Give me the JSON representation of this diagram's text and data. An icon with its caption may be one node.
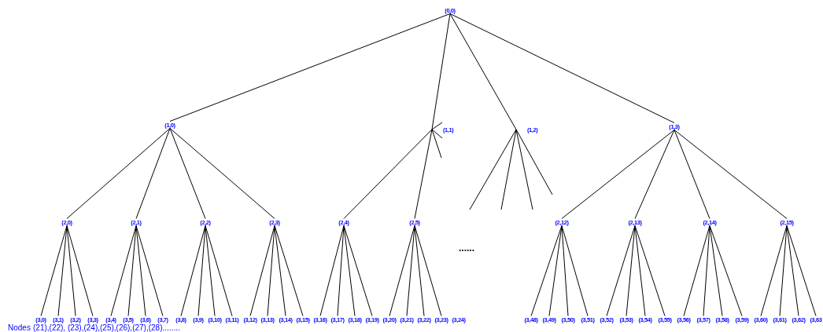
{
  "diagram": {
    "nodes": [
      {
        "text": [
          "(0,0)"
        ]
      },
      {
        "text": [
          "(1,0)"
        ]
      },
      {
        "text": [
          "(1,1)"
        ]
      },
      {
        "text": [
          "(1,2)"
        ]
      },
      {
        "text": [
          "(1,3)"
        ]
      },
      {
        "text": [
          "(2,0)"
        ]
      },
      {
        "text": [
          "(2,1)"
        ]
      },
      {
        "text": [
          "(2,2)"
        ]
      },
      {
        "text": [
          "(2,3)"
        ]
      },
      {
        "text": [
          "(2,4)"
        ]
      },
      {
        "text": [
          "(2,5)"
        ]
      },
      {
        "text": [
          "(2,12)"
        ]
      },
      {
        "text": [
          "(2,13)"
        ]
      },
      {
        "text": [
          "(2,14)"
        ]
      },
      {
        "text": [
          "(2,15)"
        ]
      },
      {
        "text": [
          "(3,0)"
        ]
      },
      {
        "text": [
          "(3,1)"
        ]
      },
      {
        "text": [
          "(3,2)"
        ]
      },
      {
        "text": [
          "(3,3)"
        ]
      },
      {
        "text": [
          "(3,4)"
        ]
      },
      {
        "text": [
          "(3,5)"
        ]
      },
      {
        "text": [
          "(3,6)"
        ]
      },
      {
        "text": [
          "(3,7)"
        ]
      },
      {
        "text": [
          "(3,8)"
        ]
      },
      {
        "text": [
          "(3,9)"
        ]
      },
      {
        "text": [
          "(3,10)"
        ]
      },
      {
        "text": [
          "(3,11)"
        ]
      },
      {
        "text": [
          "(3,12)"
        ]
      },
      {
        "text": [
          "(3,13)"
        ]
      },
      {
        "text": [
          "(3,14)"
        ]
      },
      {
        "text": [
          "(3,15)"
        ]
      },
      {
        "text": [
          "(3,16)"
        ]
      },
      {
        "text": [
          "(3,17)"
        ]
      },
      {
        "text": [
          "(3,18)"
        ]
      },
      {
        "text": [
          "(3,19)"
        ]
      },
      {
        "text": [
          "(3,20)"
        ]
      },
      {
        "text": [
          "(3,21)"
        ]
      },
      {
        "text": [
          "(3,22)"
        ]
      },
      {
        "text": [
          "(3,23)"
        ]
      },
      {
        "text": [
          "(3,24)"
        ]
      },
      {
        "text": [
          "(3,48)"
        ]
      },
      {
        "text": [
          "(3,49)"
        ]
      },
      {
        "text": [
          "(3,50)"
        ]
      },
      {
        "text": [
          "(3,51)"
        ]
      },
      {
        "text": [
          "(3,52)"
        ]
      },
      {
        "text": [
          "(3,53)"
        ]
      },
      {
        "text": [
          "(3,54)"
        ]
      },
      {
        "text": [
          "(3,55)"
        ]
      },
      {
        "text": [
          "(3,56)"
        ]
      },
      {
        "text": [
          "(3,57)"
        ]
      },
      {
        "text": [
          "(3,58)"
        ]
      },
      {
        "text": [
          "(3,59)"
        ]
      },
      {
        "text": [
          "(3,60)"
        ]
      },
      {
        "text": [
          "(3,61)"
        ]
      },
      {
        "text": [
          "(3,62)"
        ]
      },
      {
        "text": [
          "(3,63"
        ]
      }
    ],
    "edges": [
      {
        "from": 0,
        "to": 1,
        "arrow": "none"
      },
      {
        "from": 0,
        "to": 2,
        "arrow": "none"
      },
      {
        "from": 0,
        "to": 3,
        "arrow": "none"
      },
      {
        "from": 0,
        "to": 4,
        "arrow": "none"
      },
      {
        "from": 1,
        "to": 5,
        "arrow": "none"
      },
      {
        "from": 1,
        "to": 6,
        "arrow": "none"
      },
      {
        "from": 1,
        "to": 7,
        "arrow": "none"
      },
      {
        "from": 1,
        "to": 8,
        "arrow": "none"
      },
      {
        "from": 2,
        "to": 9,
        "arrow": "none"
      },
      {
        "from": 2,
        "to": 10,
        "arrow": "none"
      },
      {
        "from": 2,
        "to": null,
        "arrow": "none"
      },
      {
        "from": 2,
        "to": null,
        "arrow": "none"
      },
      {
        "from": 2,
        "to": null,
        "arrow": "none"
      },
      {
        "from": 3,
        "to": null,
        "arrow": "none"
      },
      {
        "from": 3,
        "to": null,
        "arrow": "none"
      },
      {
        "from": 3,
        "to": null,
        "arrow": "none"
      },
      {
        "from": 3,
        "to": null,
        "arrow": "none"
      },
      {
        "from": 4,
        "to": 11,
        "arrow": "none"
      },
      {
        "from": 4,
        "to": 12,
        "arrow": "none"
      },
      {
        "from": 4,
        "to": 13,
        "arrow": "none"
      },
      {
        "from": 4,
        "to": 14,
        "arrow": "none"
      },
      {
        "from": 5,
        "to": 15,
        "arrow": "none"
      },
      {
        "from": 5,
        "to": 16,
        "arrow": "none"
      },
      {
        "from": 5,
        "to": 17,
        "arrow": "none"
      },
      {
        "from": 5,
        "to": 18,
        "arrow": "none"
      },
      {
        "from": 6,
        "to": 19,
        "arrow": "none"
      },
      {
        "from": 6,
        "to": 20,
        "arrow": "none"
      },
      {
        "from": 6,
        "to": 21,
        "arrow": "none"
      },
      {
        "from": 6,
        "to": 22,
        "arrow": "none"
      },
      {
        "from": 7,
        "to": 23,
        "arrow": "none"
      },
      {
        "from": 7,
        "to": 24,
        "arrow": "none"
      },
      {
        "from": 7,
        "to": 25,
        "arrow": "none"
      },
      {
        "from": 7,
        "to": 26,
        "arrow": "none"
      },
      {
        "from": 8,
        "to": 27,
        "arrow": "none"
      },
      {
        "from": 8,
        "to": 28,
        "arrow": "none"
      },
      {
        "from": 8,
        "to": 29,
        "arrow": "none"
      },
      {
        "from": 8,
        "to": 30,
        "arrow": "none"
      },
      {
        "from": 9,
        "to": 31,
        "arrow": "none"
      },
      {
        "from": 9,
        "to": 32,
        "arrow": "none"
      },
      {
        "from": 9,
        "to": 33,
        "arrow": "none"
      },
      {
        "from": 9,
        "to": 34,
        "arrow": "none"
      },
      {
        "from": 10,
        "to": 35,
        "arrow": "none"
      },
      {
        "from": 10,
        "to": 36,
        "arrow": "none"
      },
      {
        "from": 10,
        "to": 37,
        "arrow": "none"
      },
      {
        "from": 10,
        "to": 38,
        "arrow": "none"
      },
      {
        "from": 11,
        "to": 40,
        "arrow": "none"
      },
      {
        "from": 11,
        "to": 41,
        "arrow": "none"
      },
      {
        "from": 11,
        "to": 42,
        "arrow": "none"
      },
      {
        "from": 11,
        "to": 43,
        "arrow": "none"
      },
      {
        "from": 12,
        "to": 44,
        "arrow": "none"
      },
      {
        "from": 12,
        "to": 45,
        "arrow": "none"
      },
      {
        "from": 12,
        "to": 46,
        "arrow": "none"
      },
      {
        "from": 12,
        "to": 47,
        "arrow": "none"
      },
      {
        "from": 13,
        "to": 48,
        "arrow": "none"
      },
      {
        "from": 13,
        "to": 49,
        "arrow": "none"
      },
      {
        "from": 13,
        "to": 50,
        "arrow": "none"
      },
      {
        "from": 13,
        "to": 51,
        "arrow": "none"
      },
      {
        "from": 14,
        "to": 52,
        "arrow": "none"
      },
      {
        "from": 14,
        "to": 53,
        "arrow": "none"
      },
      {
        "from": 14,
        "to": 54,
        "arrow": "none"
      },
      {
        "from": 14,
        "to": 55,
        "arrow": "none"
      }
    ],
    "labels": [
      "......",
      "Nodes",
      "(21),(22), (23),(24),(25),(26),(27),(28)........"
    ]
  }
}
